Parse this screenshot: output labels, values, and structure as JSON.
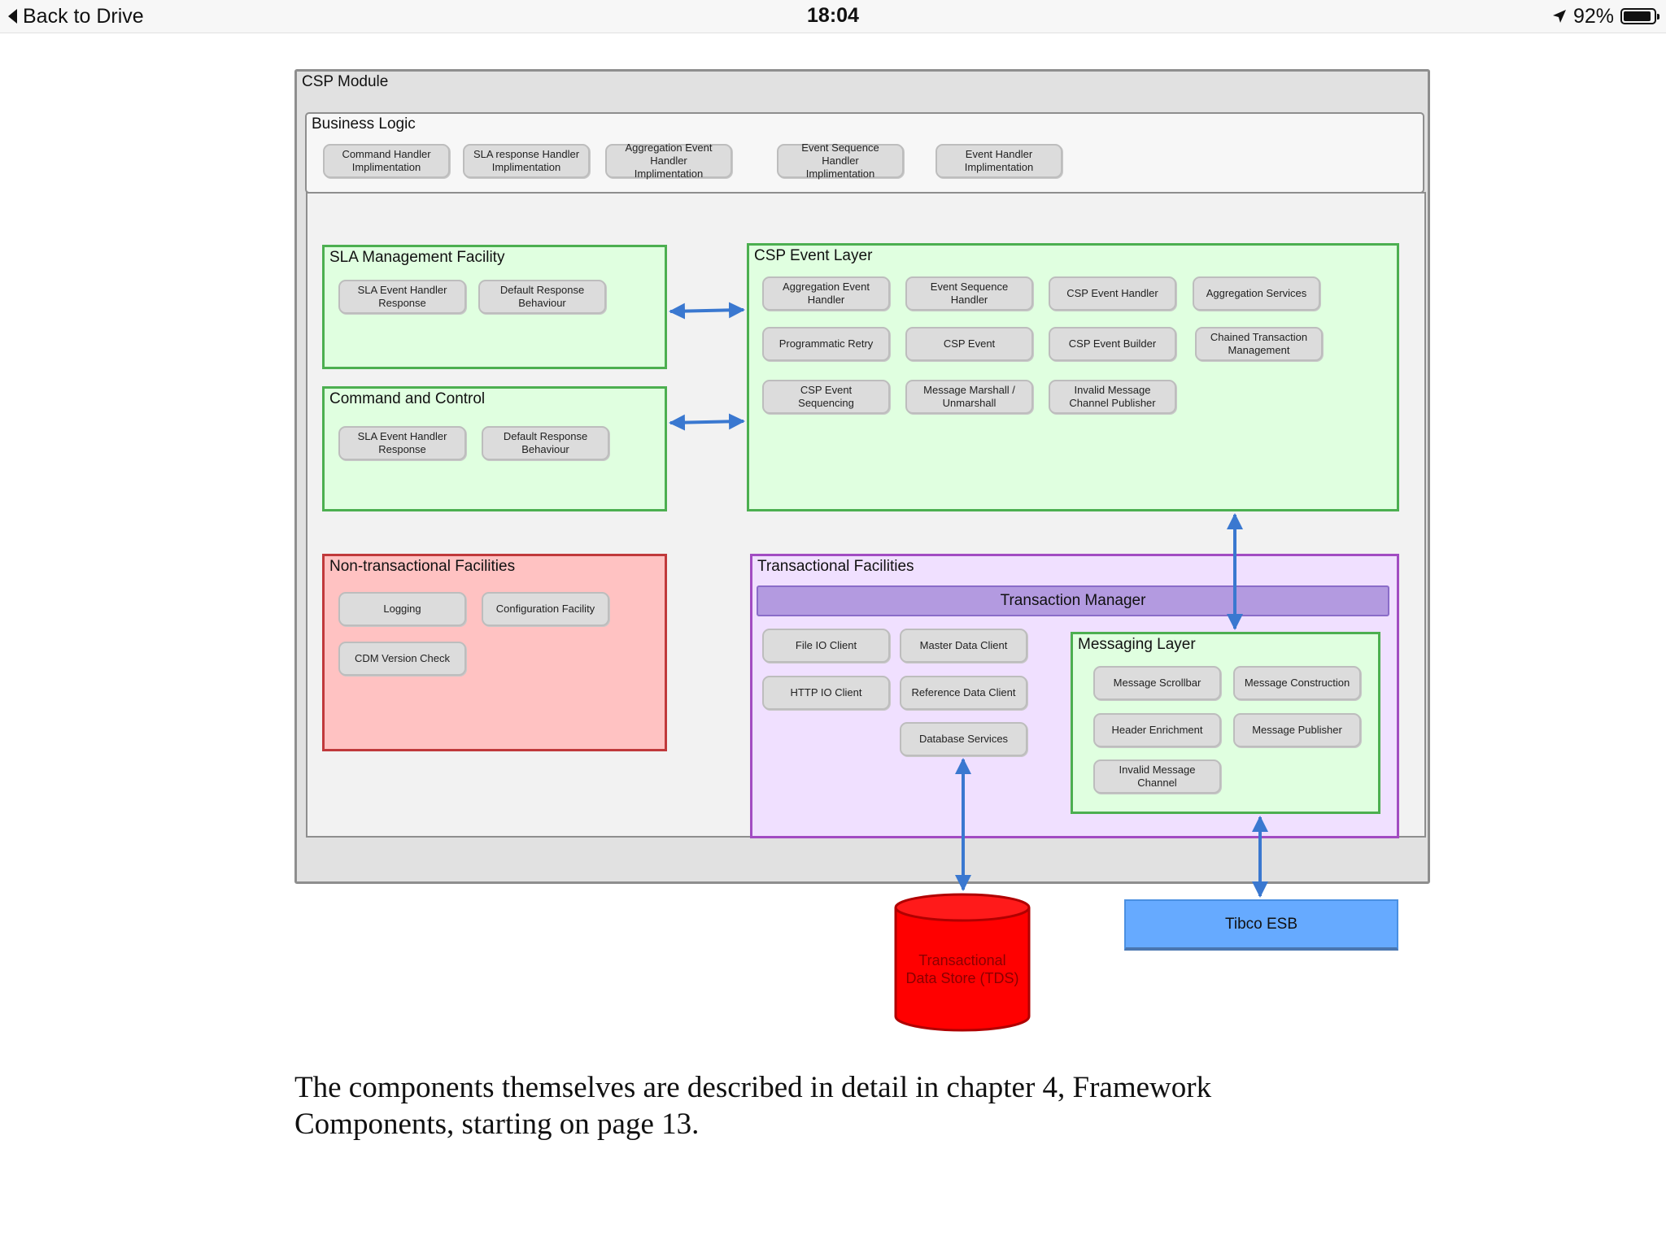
{
  "status_bar": {
    "back_label": "Back to Drive",
    "time": "18:04",
    "battery_percent": "92%",
    "battery_level": 0.92,
    "icons": [
      "location-arrow-icon",
      "battery-icon"
    ]
  },
  "diagram": {
    "csp_module": {
      "title": "CSP Module",
      "business_logic": {
        "title": "Business Logic",
        "items": [
          [
            "Command Handler",
            "Implimentation"
          ],
          [
            "SLA response Handler",
            "Implimentation"
          ],
          [
            "Aggregation Event Handler",
            "Implimentation"
          ],
          [
            "Event Sequence Handler",
            "Implimentation"
          ],
          [
            "Event Handler",
            "Implimentation"
          ]
        ]
      },
      "sla_management": {
        "title": "SLA Management Facility",
        "items": [
          [
            "SLA Event Handler",
            "Response"
          ],
          [
            "Default Response",
            "Behaviour"
          ]
        ]
      },
      "command_and_control": {
        "title": "Command and Control",
        "items": [
          [
            "SLA Event Handler",
            "Response"
          ],
          [
            "Default Response",
            "Behaviour"
          ]
        ]
      },
      "csp_event_layer": {
        "title": "CSP Event Layer",
        "items": [
          [
            "Aggregation Event",
            "Handler"
          ],
          [
            "Event Sequence",
            "Handler"
          ],
          [
            "CSP Event Handler"
          ],
          [
            "Aggregation Services"
          ],
          [
            "Programmatic Retry"
          ],
          [
            "CSP Event"
          ],
          [
            "CSP Event Builder"
          ],
          [
            "Chained Transaction",
            "Management"
          ],
          [
            "CSP Event",
            "Sequencing"
          ],
          [
            "Message Marshall /",
            "Unmarshall"
          ],
          [
            "Invalid Message",
            "Channel Publisher"
          ]
        ]
      },
      "non_transactional": {
        "title": "Non-transactional Facilities",
        "items": [
          [
            "Logging"
          ],
          [
            "Configuration Facility"
          ],
          [
            "CDM Version Check"
          ]
        ]
      },
      "transactional": {
        "title": "Transactional Facilities",
        "transaction_manager": "Transaction Manager",
        "items": [
          [
            "File IO Client"
          ],
          [
            "Master Data Client"
          ],
          [
            "HTTP IO Client"
          ],
          [
            "Reference Data Client"
          ],
          [
            "Database Services"
          ]
        ],
        "messaging_layer": {
          "title": "Messaging Layer",
          "items": [
            [
              "Message Scrollbar"
            ],
            [
              "Message Construction"
            ],
            [
              "Header Enrichment"
            ],
            [
              "Message Publisher"
            ],
            [
              "Invalid Message",
              "Channel"
            ]
          ]
        }
      }
    },
    "data_store": [
      "Transactional",
      "Data Store (TDS)"
    ],
    "esb": "Tibco ESB",
    "colors": {
      "arrow": "#3a78d0",
      "green_fill": "#e0ffe0",
      "red_fill": "#ffc2c2",
      "purple_fill": "#f0e0ff",
      "data_store": "#ff0000",
      "esb": "#66aaff"
    }
  },
  "caption": {
    "line1": "The components themselves are described in detail in chapter 4, Framework",
    "line2": "Components, starting on page 13."
  }
}
